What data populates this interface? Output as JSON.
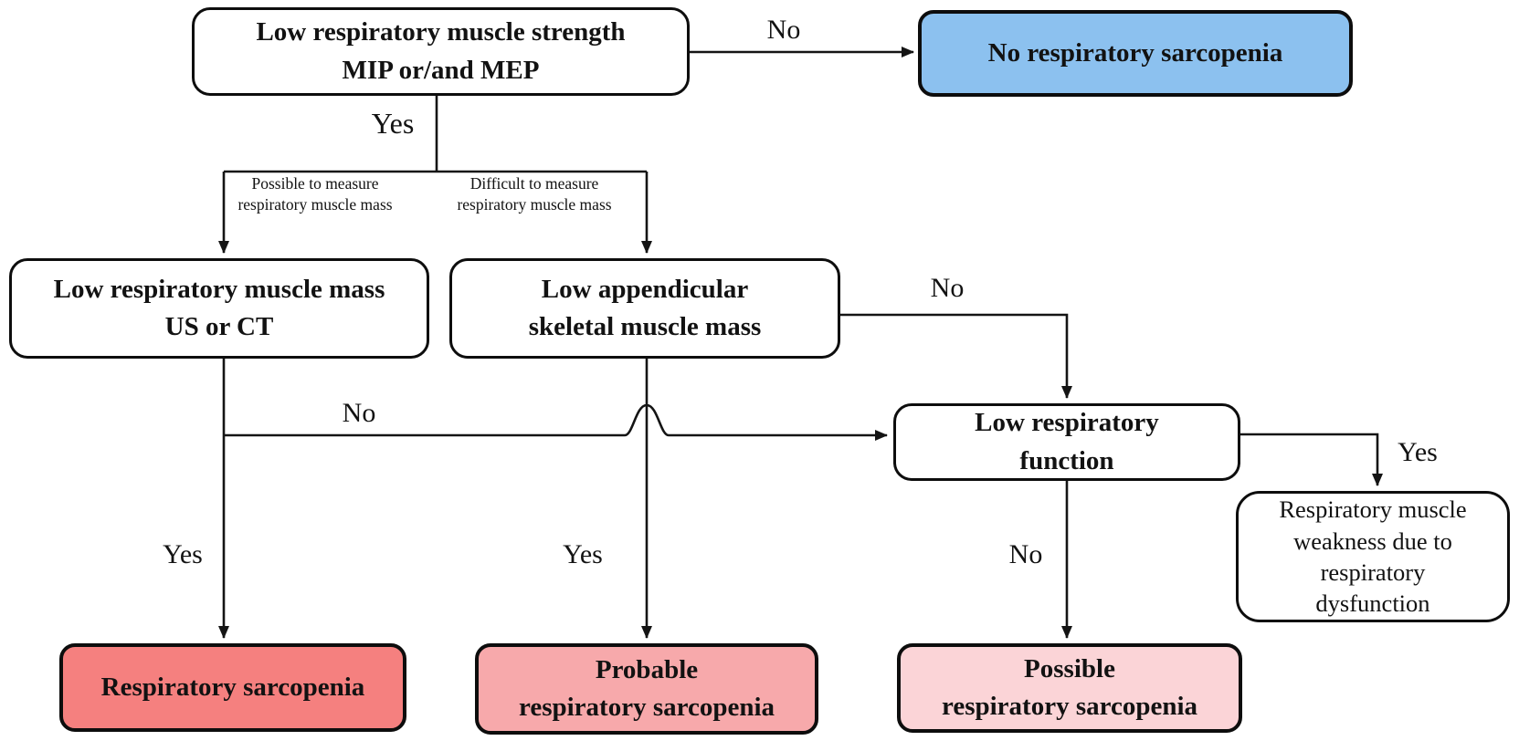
{
  "diagram": {
    "type": "flowchart",
    "topic": "Diagnostic algorithm for respiratory sarcopenia",
    "nodes": {
      "strength": {
        "label": "Low respiratory muscle strength\nMIP or/and MEP"
      },
      "noSarcopenia": {
        "label": "No respiratory sarcopenia"
      },
      "muscleMass": {
        "label": "Low respiratory muscle mass\nUS or CT"
      },
      "asm": {
        "label": "Low appendicular\nskeletal muscle mass"
      },
      "lowFunction": {
        "label": "Low respiratory\nfunction"
      },
      "weakness": {
        "label": "Respiratory muscle\nweakness due to\nrespiratory\ndysfunction"
      },
      "sarcopenia": {
        "label": "Respiratory sarcopenia"
      },
      "probable": {
        "label": "Probable\nrespiratory sarcopenia"
      },
      "possible": {
        "label": "Possible\nrespiratory sarcopenia"
      }
    },
    "edgeLabels": {
      "strengthNo": "No",
      "strengthYes": "Yes",
      "possibleMeasure": "Possible to measure\nrespiratory muscle mass",
      "difficultMeasure": "Difficult to measure\nrespiratory muscle mass",
      "asmNo": "No",
      "massNo": "No",
      "massYes": "Yes",
      "asmYes": "Yes",
      "functionNo": "No",
      "functionYes": "Yes"
    },
    "colors": {
      "noSarcopeniaFill": "#8CC1EF",
      "sarcopeniaFill": "#F5807F",
      "probableFill": "#F7A9AB",
      "possibleFill": "#FBD4D7",
      "line": "#141414"
    }
  }
}
